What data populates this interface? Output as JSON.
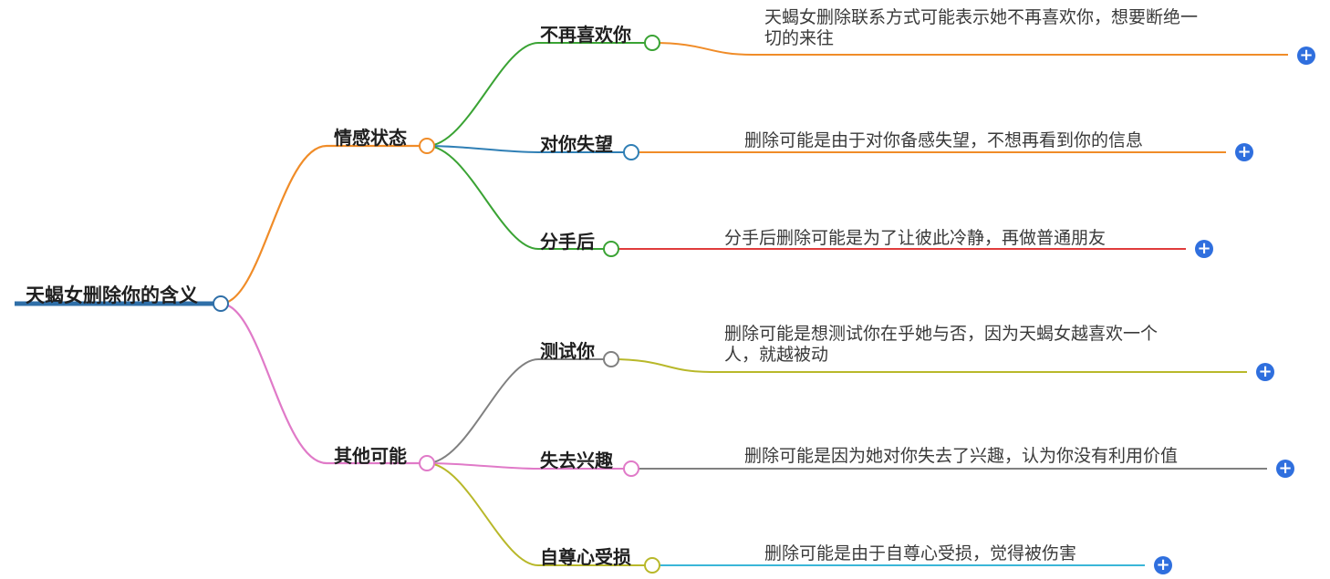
{
  "root": {
    "label": "天蝎女删除你的含义",
    "color": "#2f6fa8"
  },
  "branches": [
    {
      "label": "情感状态",
      "color": "#f08c28",
      "children": [
        {
          "label": "不再喜欢你",
          "branch_color": "#3aa334",
          "leaf_color": "#f08c28",
          "detail": [
            "天蝎女删除联系方式可能表示她不再喜欢你，想要断绝一",
            "切的来往"
          ]
        },
        {
          "label": "对你失望",
          "branch_color": "#2f7fb5",
          "leaf_color": "#f08c28",
          "detail": [
            "删除可能是由于对你备感失望，不想再看到你的信息"
          ]
        },
        {
          "label": "分手后",
          "branch_color": "#3aa334",
          "leaf_color": "#e03c3c",
          "detail": [
            "分手后删除可能是为了让彼此冷静，再做普通朋友"
          ]
        }
      ]
    },
    {
      "label": "其他可能",
      "color": "#e07ac8",
      "children": [
        {
          "label": "测试你",
          "branch_color": "#808080",
          "leaf_color": "#b8b82a",
          "detail": [
            "删除可能是想测试你在乎她与否，因为天蝎女越喜欢一个",
            "人，就越被动"
          ]
        },
        {
          "label": "失去兴趣",
          "branch_color": "#e07ac8",
          "leaf_color": "#808080",
          "detail": [
            "删除可能是因为她对你失去了兴趣，认为你没有利用价值"
          ]
        },
        {
          "label": "自尊心受损",
          "branch_color": "#b8b82a",
          "leaf_color": "#3ab6d8",
          "detail": [
            "删除可能是由于自尊心受损，觉得被伤害"
          ]
        }
      ]
    }
  ],
  "expand_icon": "plus-circle-icon"
}
